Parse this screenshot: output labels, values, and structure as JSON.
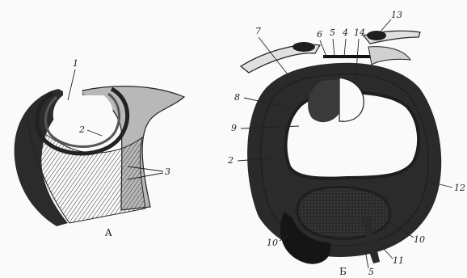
{
  "figure": {
    "panel_a": {
      "caption": "A",
      "labels": {
        "l1": "1",
        "l2": "2",
        "l3": "3"
      }
    },
    "panel_b": {
      "caption": "Б",
      "labels": {
        "l2": "2",
        "l4": "4",
        "l5_top": "5",
        "l5_bottom": "5",
        "l6": "6",
        "l7": "7",
        "l8": "8",
        "l9": "9",
        "l10_left": "10",
        "l10_right": "10",
        "l11": "11",
        "l12": "12",
        "l13": "13",
        "l14": "14"
      }
    }
  }
}
